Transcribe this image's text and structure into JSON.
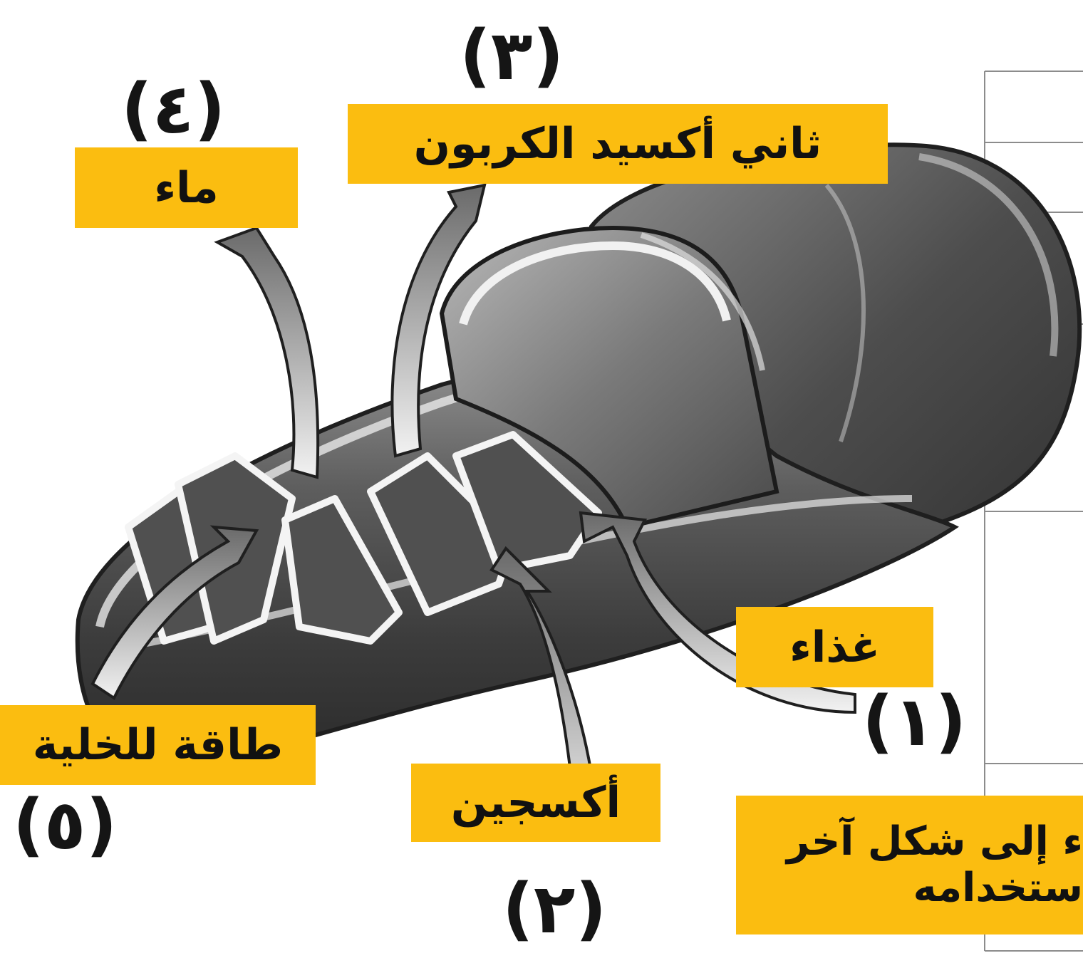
{
  "diagram": {
    "labels": {
      "water": "ماء",
      "co2": "ثاني أكسيد الكربون",
      "food": "غذاء",
      "energy": "طاقة للخلية",
      "oxygen": "أكسجين",
      "conversion_line1": "ء إلى شكل آخر",
      "conversion_line2": "ستخدامه"
    },
    "numbers": {
      "n1": "(١)",
      "n2": "(٢)",
      "n3": "(٣)",
      "n4": "(٤)",
      "n5": "(٥)"
    },
    "colors": {
      "label_fill": "#fbbd10",
      "text": "#111111",
      "organelle_dark": "#3a3a3a",
      "organelle_mid": "#8a8a8a",
      "arrow_light": "#e6e6e6"
    }
  }
}
